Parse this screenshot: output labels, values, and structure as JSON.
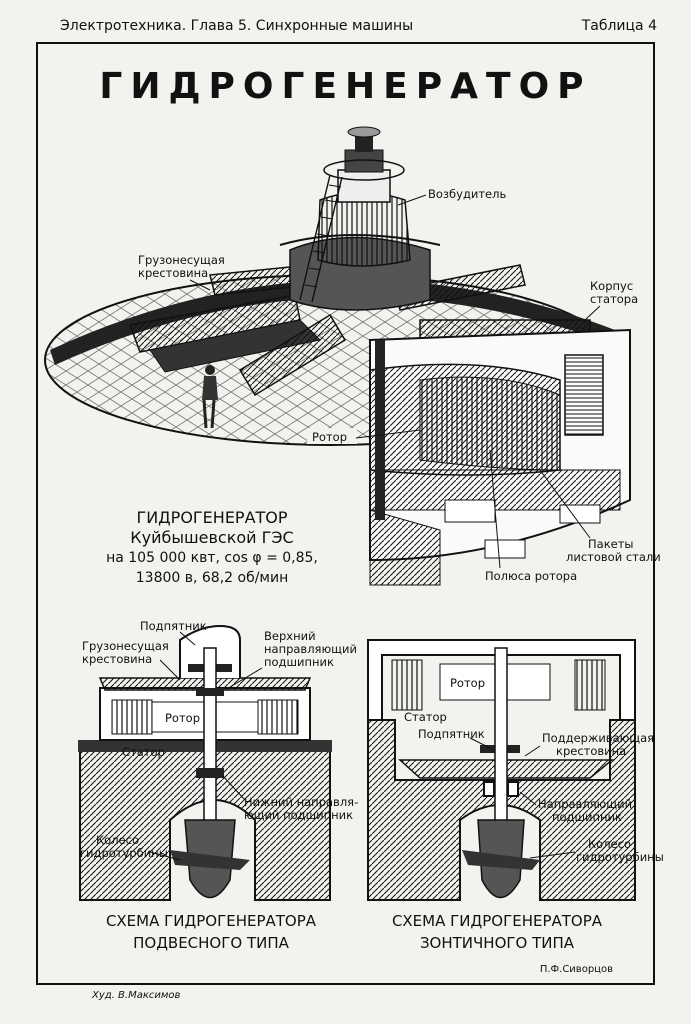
{
  "header": {
    "left": "Электротехника. Глава 5. Синхронные машины",
    "right": "Таблица 4"
  },
  "title": "ГИДРОГЕНЕРАТОР",
  "main_labels": {
    "exciter": "Возбудитель",
    "spider_line1": "Грузонесущая",
    "spider_line2": "крестовина",
    "stator_line1": "Корпус",
    "stator_line2": "статора",
    "rotor": "Ротор",
    "packs_line1": "Пакеты",
    "packs_line2": "листовой стали",
    "poles": "Полюса ротора"
  },
  "caption": {
    "line1": "ГИДРОГЕНЕРАТОР",
    "line2": "Куйбышевской ГЭС",
    "line3": "на 105 000 квт,  cos φ = 0,85,",
    "line4": "13800 в,  68,2 об/мин"
  },
  "left_schema": {
    "thrust_bearing": "Подпятник",
    "spider_line1": "Грузонесущая",
    "spider_line2": "крестовина",
    "upper_guide_line1": "Верхний",
    "upper_guide_line2": "направляющий",
    "upper_guide_line3": "подшипник",
    "rotor": "Ротор",
    "stator": "Статор",
    "lower_guide_line1": "Нижний направля-",
    "lower_guide_line2": "ющий подшипник",
    "wheel_line1": "Колесо",
    "wheel_line2": "гидротурбины",
    "caption_line1": "СХЕМА ГИДРОГЕНЕРАТОРА",
    "caption_line2": "ПОДВЕСНОГО ТИПА"
  },
  "right_schema": {
    "rotor": "Ротор",
    "stator": "Статор",
    "thrust_bearing": "Подпятник",
    "support_line1": "Поддерживающая",
    "support_line2": "крестовина",
    "guide_line1": "Направляющий",
    "guide_line2": "подшипник",
    "wheel_line1": "Колесо",
    "wheel_line2": "гидротурбины",
    "caption_line1": "СХЕМА ГИДРОГЕНЕРАТОРА",
    "caption_line2": "ЗОНТИЧНОГО ТИПА"
  },
  "signatures": {
    "author": "П.Ф.Сиворцов",
    "artist": "Худ. В.Максимов"
  }
}
